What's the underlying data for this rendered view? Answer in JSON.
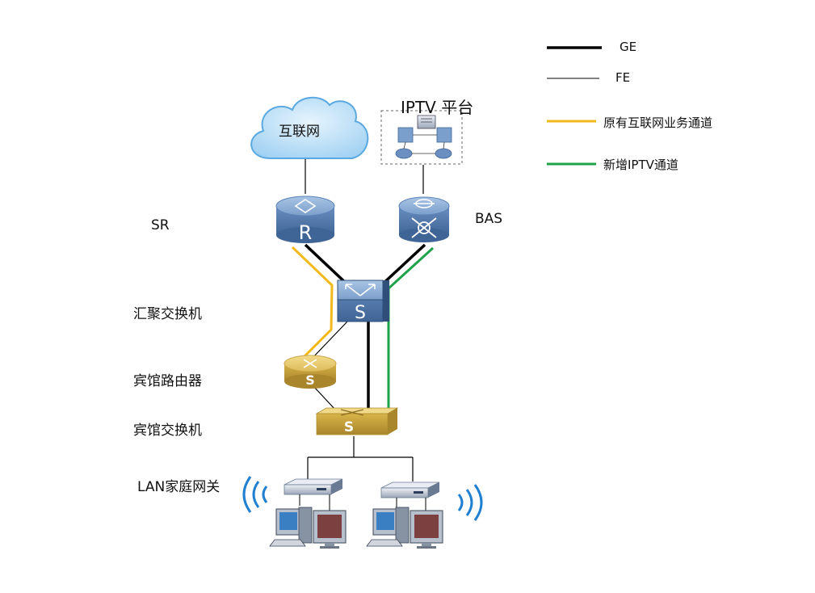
{
  "legend": {
    "items": [
      {
        "label": "GE",
        "color": "#000000",
        "style": "thick"
      },
      {
        "label": "FE",
        "color": "#000000",
        "style": "thin"
      },
      {
        "label": "原有互联网业务通道",
        "color": "#f2b81c",
        "style": "medium"
      },
      {
        "label": "新增IPTV通道",
        "color": "#1fa34a",
        "style": "medium"
      }
    ]
  },
  "nodes": {
    "internet": {
      "label": "互联网",
      "icon": "cloud-icon"
    },
    "iptv_platform": {
      "label": "IPTV 平台",
      "icon": "server-cluster-icon"
    },
    "sr": {
      "label": "SR",
      "icon": "router-icon",
      "glyph": "R"
    },
    "bas": {
      "label": "BAS",
      "icon": "bas-router-icon"
    },
    "agg_switch": {
      "label": "汇聚交换机",
      "icon": "switch-icon",
      "glyph": "S"
    },
    "hotel_router": {
      "label": "宾馆路由器",
      "icon": "router-icon",
      "glyph": "S"
    },
    "hotel_switch": {
      "label": "宾馆交换机",
      "icon": "switch-icon",
      "glyph": "S"
    },
    "lan_gateway": {
      "label": "LAN家庭网关",
      "icon": "gateway-icon"
    }
  },
  "colors": {
    "device_blue": "#5b84b8",
    "device_gold": "#d9b44a",
    "cloud_blue": "#bfe1f7",
    "internet_path": "#f2b81c",
    "iptv_path": "#1fa34a"
  }
}
